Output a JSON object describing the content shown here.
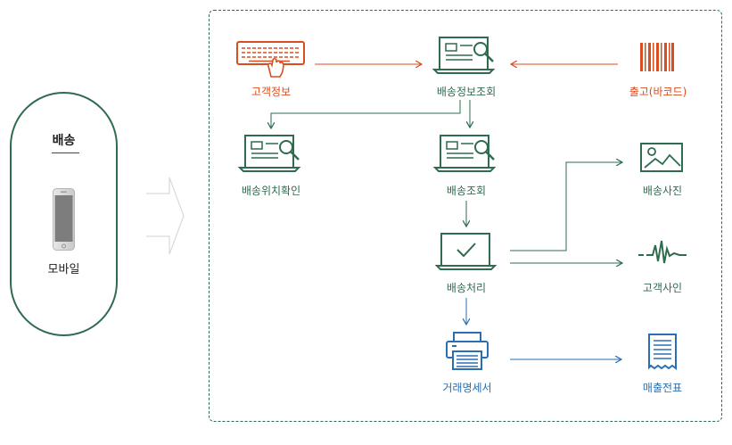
{
  "mobile": {
    "title": "배송",
    "device_label": "모바일"
  },
  "nodes": {
    "customer_info": "고객정보",
    "delivery_info_query": "배송정보조회",
    "release_barcode": "출고(바코드)",
    "delivery_location_check": "배송위치확인",
    "delivery_query": "배송조회",
    "delivery_processing": "배송처리",
    "delivery_photo": "배송사진",
    "customer_signature": "고객사인",
    "transaction_statement": "거래명세서",
    "sales_slip": "매출전표"
  },
  "colors": {
    "green": "#2f6b4f",
    "orange": "#d94e1f",
    "blue": "#2a6fb3"
  },
  "icons": [
    "keyboard-icon",
    "laptop-search-icon",
    "barcode-icon",
    "laptop-check-icon",
    "image-icon",
    "signature-icon",
    "printer-icon",
    "receipt-icon",
    "smartphone-icon"
  ]
}
